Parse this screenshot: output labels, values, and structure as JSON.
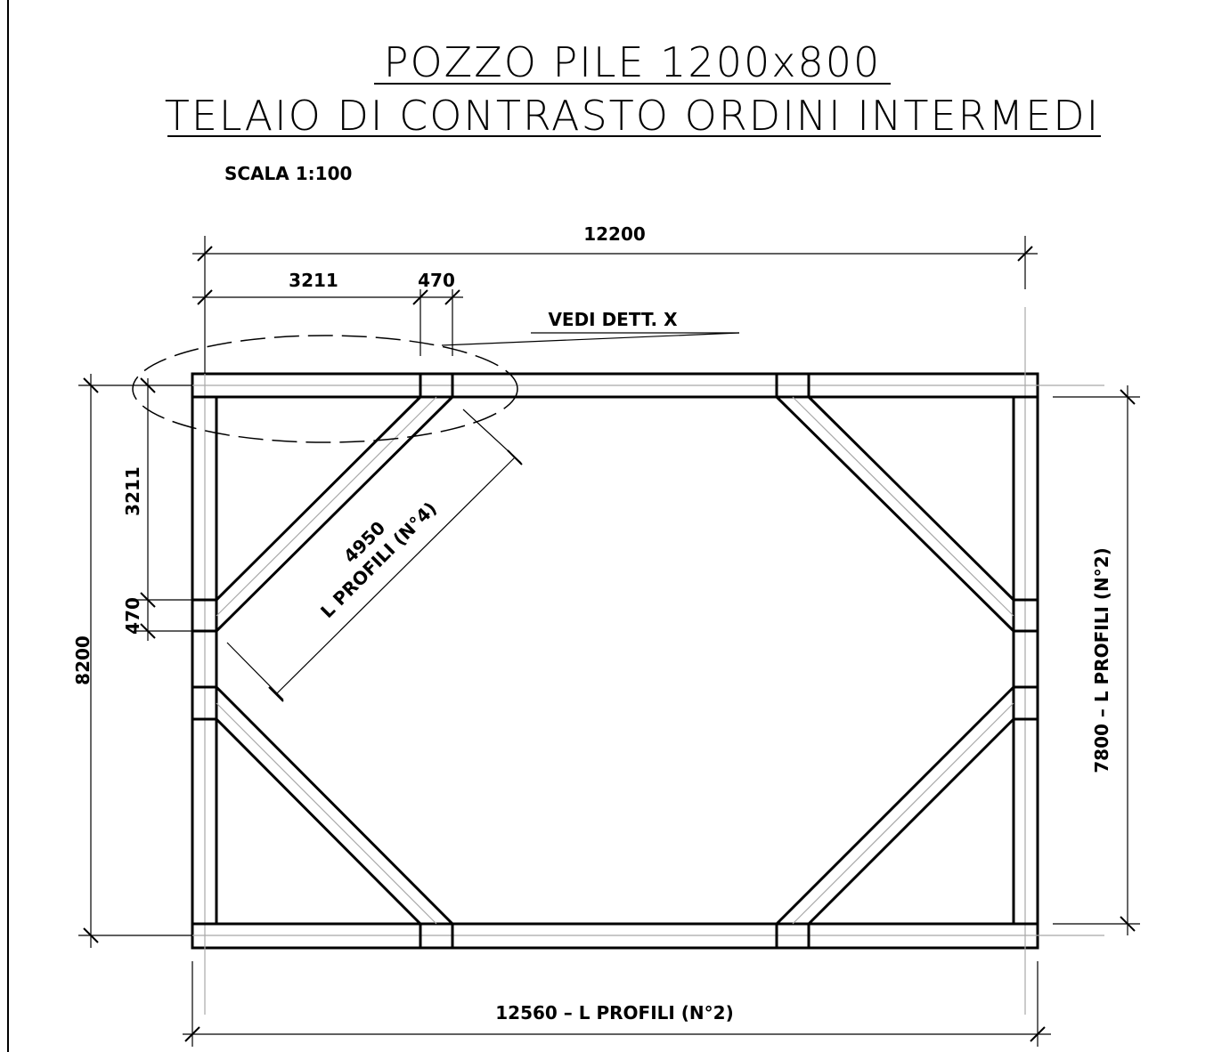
{
  "title": {
    "line1": "POZZO PILE 1200x800",
    "line2": "TELAIO DI CONTRASTO ORDINI INTERMEDI"
  },
  "scale": "SCALA 1:100",
  "dimensions": {
    "overall_width": "12200",
    "brace_offset": "3211",
    "brace_width": "470",
    "overall_height": "8200",
    "side_offset": "3211",
    "side_width": "470",
    "diagonal_length": "4950",
    "diagonal_label": "L PROFILI (N°4)",
    "right_profile": "7800 – L PROFILI (N°2)",
    "bottom_profile": "12560 – L PROFILI (N°2)"
  },
  "callout": "VEDI DETT. X"
}
